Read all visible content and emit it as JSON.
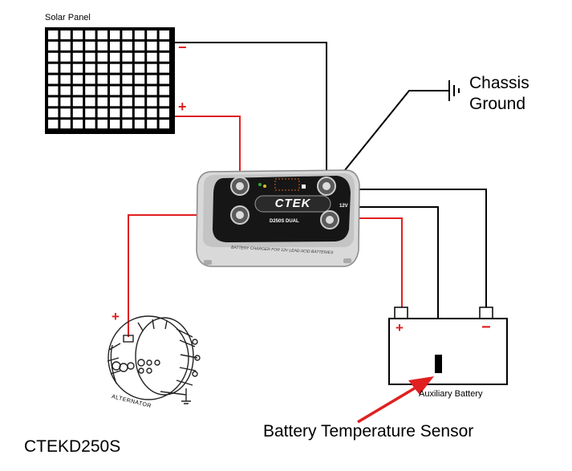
{
  "labels": {
    "solar_panel": "Solar Panel",
    "chassis_line1": "Chassis",
    "chassis_line2": "Ground",
    "auxiliary_battery": "Auxiliary Battery",
    "battery_temperature_sensor": "Battery Temperature Sensor",
    "model": "CTEKD250S",
    "alternator": "ALTERNATOR"
  },
  "device": {
    "brand": "CTEK",
    "model_plate": "D250S DUAL",
    "voltage": "12V",
    "front_text": "BATTERY CHARGER FOR 12V LEAD ACID BATTERIES"
  },
  "polarity": {
    "solar_minus": "−",
    "solar_plus": "+",
    "alternator_plus": "+",
    "battery_plus": "+",
    "battery_minus": "−"
  },
  "colors": {
    "positive_wire": "#e02020",
    "negative_wire": "#000000",
    "device_body": "#d8d8d8",
    "device_panel": "#1a1a1a"
  }
}
